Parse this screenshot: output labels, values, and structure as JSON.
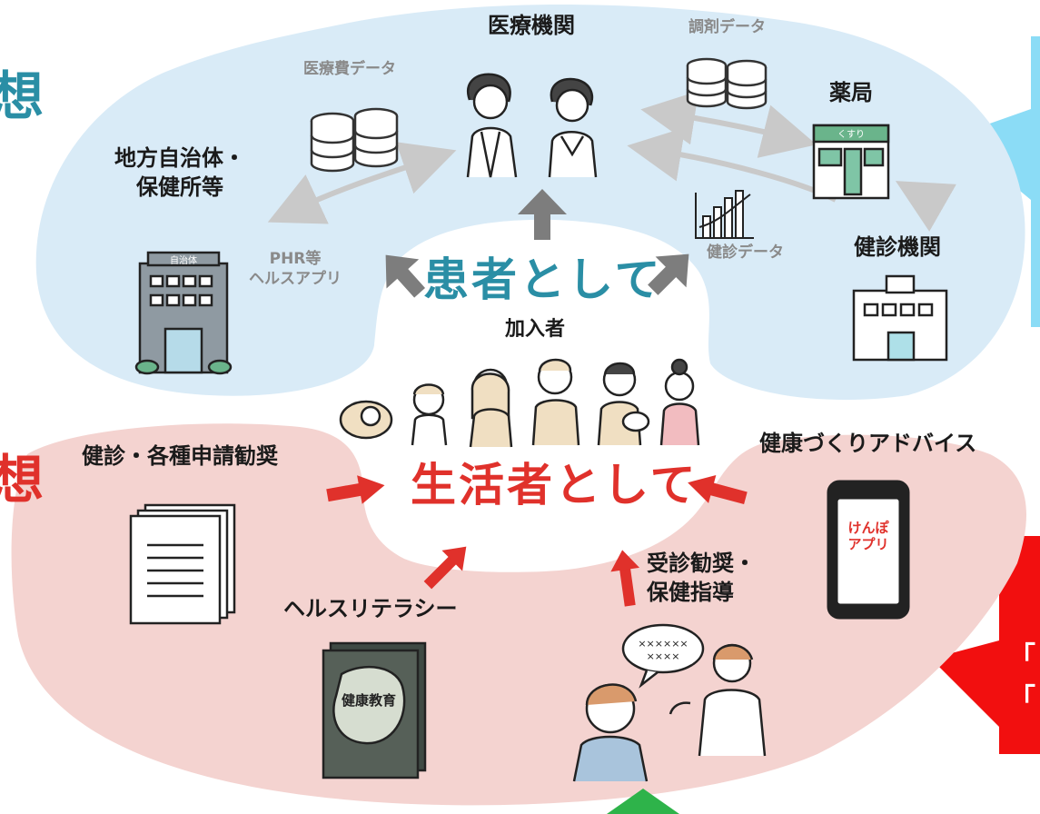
{
  "colors": {
    "top_region": "#d9ebf7",
    "bottom_region": "#f4d3d0",
    "patient_accent": "#2a8ea5",
    "life_accent": "#e0312b",
    "gray_arrow": "#7d7d7d",
    "red_arrow": "#e0312b",
    "right_blue_bubble": "#8bdcf6",
    "right_red_bubble": "#f20f0f",
    "green_tip": "#2eb34a"
  },
  "edge_text": {
    "top_left_fragment": "想",
    "bottom_left_fragment": "想",
    "bottom_right_bracket_1": "「",
    "bottom_right_bracket_2": "「"
  },
  "top_area": {
    "medical_institution": "医療機関",
    "pharmacy": "薬局",
    "local_government": "地方自治体・\n保健所等",
    "health_checkup_institution": "健診機関",
    "medical_cost_data": "医療費データ",
    "dispensing_data": "調剤データ",
    "checkup_data": "健診データ",
    "phr_apps": "PHR等\nヘルスアプリ",
    "as_patient": "患者として",
    "members": "加入者",
    "building_sign_gov": "自治体",
    "building_sign_pharmacy": "くすり"
  },
  "bottom_area": {
    "as_life_person": "生活者として",
    "checkup_recommend": "健診・各種申請勧奨",
    "health_advice": "健康づくりアドバイス",
    "health_literacy": "ヘルスリテラシー",
    "consult_guidance": "受診勧奨・\n保健指導",
    "app_label": "けんぽ\nアプリ",
    "book_title": "健康教育",
    "speech_text": "××××××\n××××"
  },
  "icons": [
    "doctor-nurse-icon",
    "database-icon",
    "pharmacy-building-icon",
    "city-hall-building-icon",
    "checkup-center-building-icon",
    "bar-chart-icon",
    "family-members-icon",
    "document-stack-icon",
    "smartphone-icon",
    "book-icon",
    "counseling-icon"
  ]
}
